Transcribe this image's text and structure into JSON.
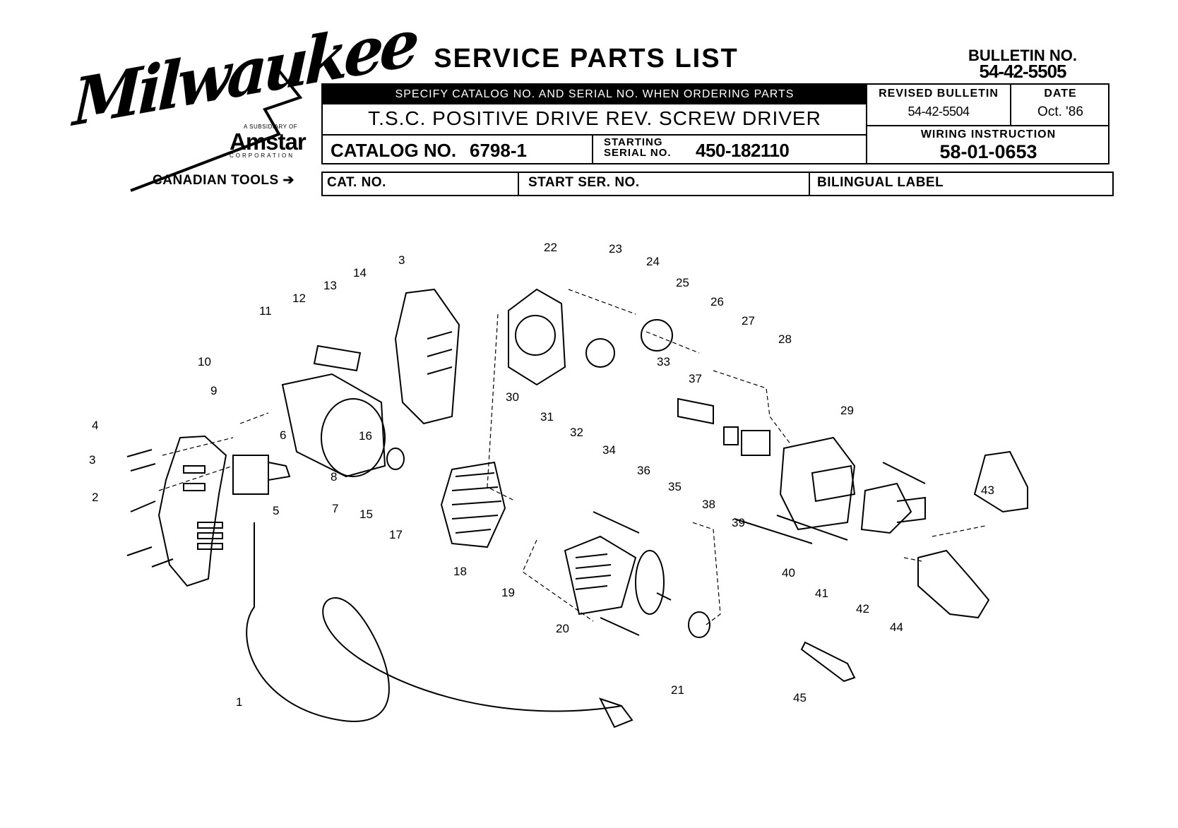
{
  "brand": {
    "logo_text": "Milwaukee",
    "subsidiary_of": "A SUBSIDIARY OF",
    "parent": "Amstar",
    "corporation": "CORPORATION"
  },
  "canadian_tools": "CANADIAN TOOLS",
  "title": "SERVICE PARTS LIST",
  "bulletin": {
    "label": "BULLETIN NO.",
    "number": "54-42-5505"
  },
  "ordering_note": "SPECIFY CATALOG NO. AND SERIAL NO. WHEN ORDERING PARTS",
  "product_name": "T.S.C. POSITIVE DRIVE REV. SCREW DRIVER",
  "catalog": {
    "label": "CATALOG NO.",
    "number": "6798-1"
  },
  "starting_serial": {
    "label_line1": "STARTING",
    "label_line2": "SERIAL NO.",
    "number": "450-182110"
  },
  "revised_bulletin": {
    "label": "REVISED BULLETIN",
    "number": "54-42-5504"
  },
  "date": {
    "label": "DATE",
    "value": "Oct. '86"
  },
  "wiring_instruction": {
    "label": "WIRING INSTRUCTION",
    "number": "58-01-0653"
  },
  "canadian_row": {
    "cat_no": "CAT. NO.",
    "start_ser_no": "START SER. NO.",
    "bilingual_label": "BILINGUAL LABEL"
  },
  "part_numbers": [
    "1",
    "2",
    "3",
    "3",
    "4",
    "5",
    "6",
    "7",
    "8",
    "9",
    "10",
    "11",
    "12",
    "13",
    "14",
    "15",
    "16",
    "17",
    "18",
    "19",
    "20",
    "21",
    "22",
    "23",
    "24",
    "25",
    "26",
    "27",
    "28",
    "29",
    "30",
    "31",
    "32",
    "33",
    "34",
    "35",
    "36",
    "37",
    "38",
    "39",
    "40",
    "41",
    "42",
    "43",
    "44",
    "45"
  ]
}
